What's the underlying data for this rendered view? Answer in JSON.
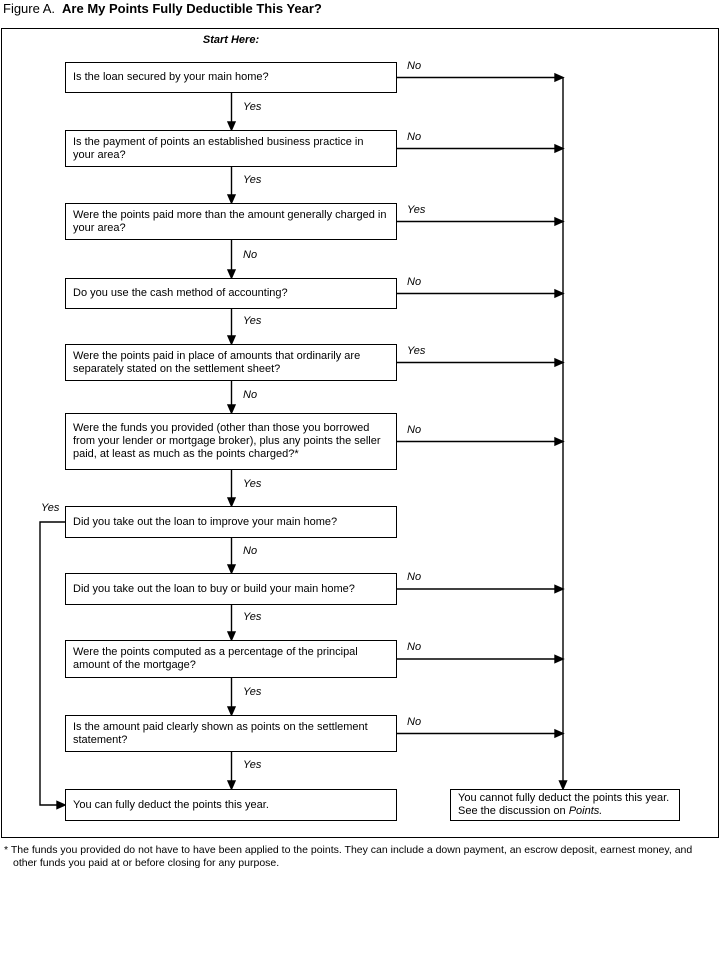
{
  "title": {
    "figure_label": "Figure A.",
    "text": "Are My Points Fully Deductible This Year?"
  },
  "start_label": "Start Here:",
  "nodes": [
    {
      "text": "Is the loan secured by your main home?",
      "branch_label": "No",
      "branch_side": "right",
      "down_label": "Yes"
    },
    {
      "text": "Is the payment of points an established business practice in your area?",
      "branch_label": "No",
      "branch_side": "right",
      "down_label": "Yes"
    },
    {
      "text": "Were the points paid more than the amount generally charged in your area?",
      "branch_label": "Yes",
      "branch_side": "right",
      "down_label": "No"
    },
    {
      "text": "Do you use the cash method of accounting?",
      "branch_label": "No",
      "branch_side": "right",
      "down_label": "Yes"
    },
    {
      "text": "Were the points paid in place of amounts that ordinarily are separately stated on the settlement sheet?",
      "branch_label": "Yes",
      "branch_side": "right",
      "down_label": "No"
    },
    {
      "text": "Were the funds you provided (other than those you borrowed from your lender or mortgage broker), plus any points the seller paid, at least as much as the points charged?*",
      "branch_label": "No",
      "branch_side": "right",
      "down_label": "Yes"
    },
    {
      "text": "Did you take out the loan to improve your main home?",
      "branch_label": "Yes",
      "branch_side": "left",
      "down_label": "No"
    },
    {
      "text": "Did you take out the loan to buy or build your main home?",
      "branch_label": "No",
      "branch_side": "right",
      "down_label": "Yes"
    },
    {
      "text": "Were the points computed as a percentage of the principal amount of the mortgage?",
      "branch_label": "No",
      "branch_side": "right",
      "down_label": "Yes"
    },
    {
      "text": "Is the amount paid clearly shown as points on the settlement statement?",
      "branch_label": "No",
      "branch_side": "right",
      "down_label": "Yes"
    }
  ],
  "terminal_yes": "You can fully deduct the points this year.",
  "terminal_no": {
    "text_before": "You cannot fully deduct the points this year. See the discussion on ",
    "emphasis": "Points."
  },
  "footnote": "* The funds you provided do not have to have been applied to the points. They can include a down payment, an escrow deposit, earnest money, and other funds you paid at or before closing for any purpose."
}
